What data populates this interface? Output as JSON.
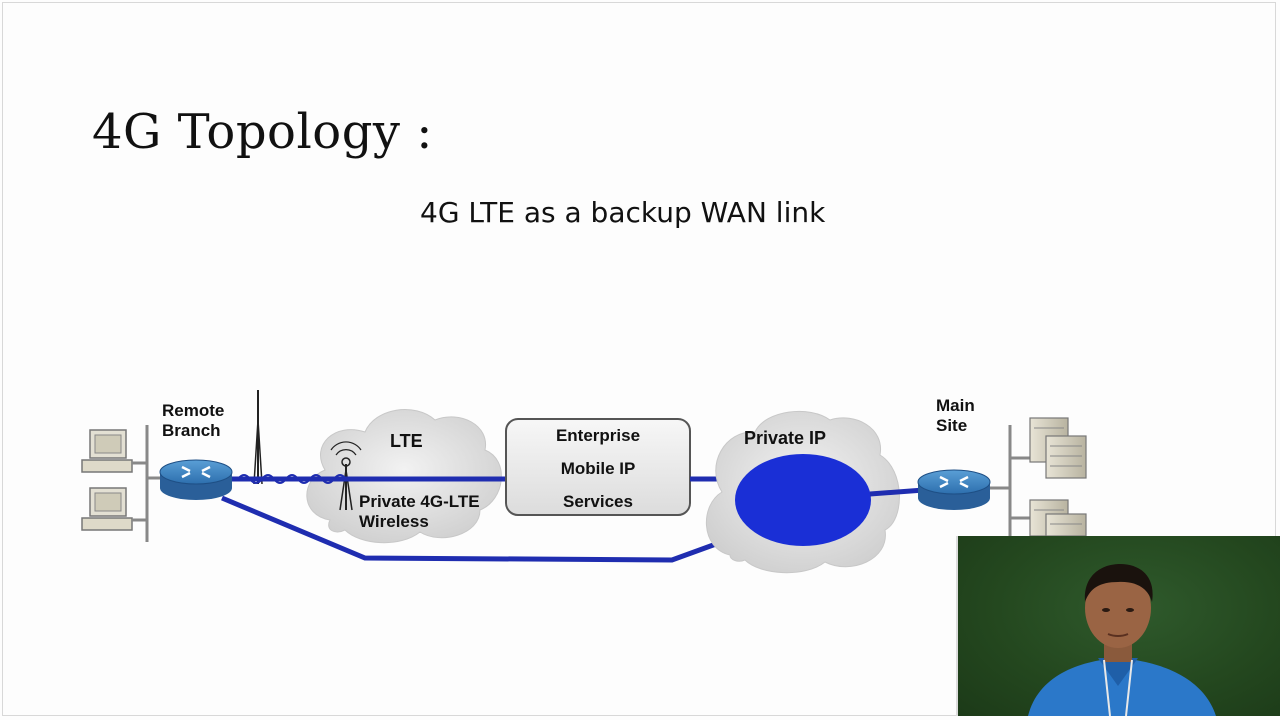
{
  "slide": {
    "title": "4G Topology :",
    "subtitle": "4G LTE as a backup WAN link"
  },
  "diagram": {
    "remote_branch_label": [
      "Remote",
      "Branch"
    ],
    "main_site_label": [
      "Main",
      "Site"
    ],
    "lte_cloud_label": "LTE",
    "private_lte_label": [
      "Private 4G-LTE",
      "Wireless"
    ],
    "enterprise_box_label": [
      "Enterprise",
      "Mobile IP",
      "Services"
    ],
    "private_ip_label": "Private IP"
  },
  "colors": {
    "link_blue": "#1f2db0",
    "cloud_grey": "#dcdcdc",
    "router_blue": "#2a6fb0",
    "private_ip_blob": "#1a2fd6"
  },
  "webcam": {
    "present": true,
    "icon": "presenter-video"
  }
}
